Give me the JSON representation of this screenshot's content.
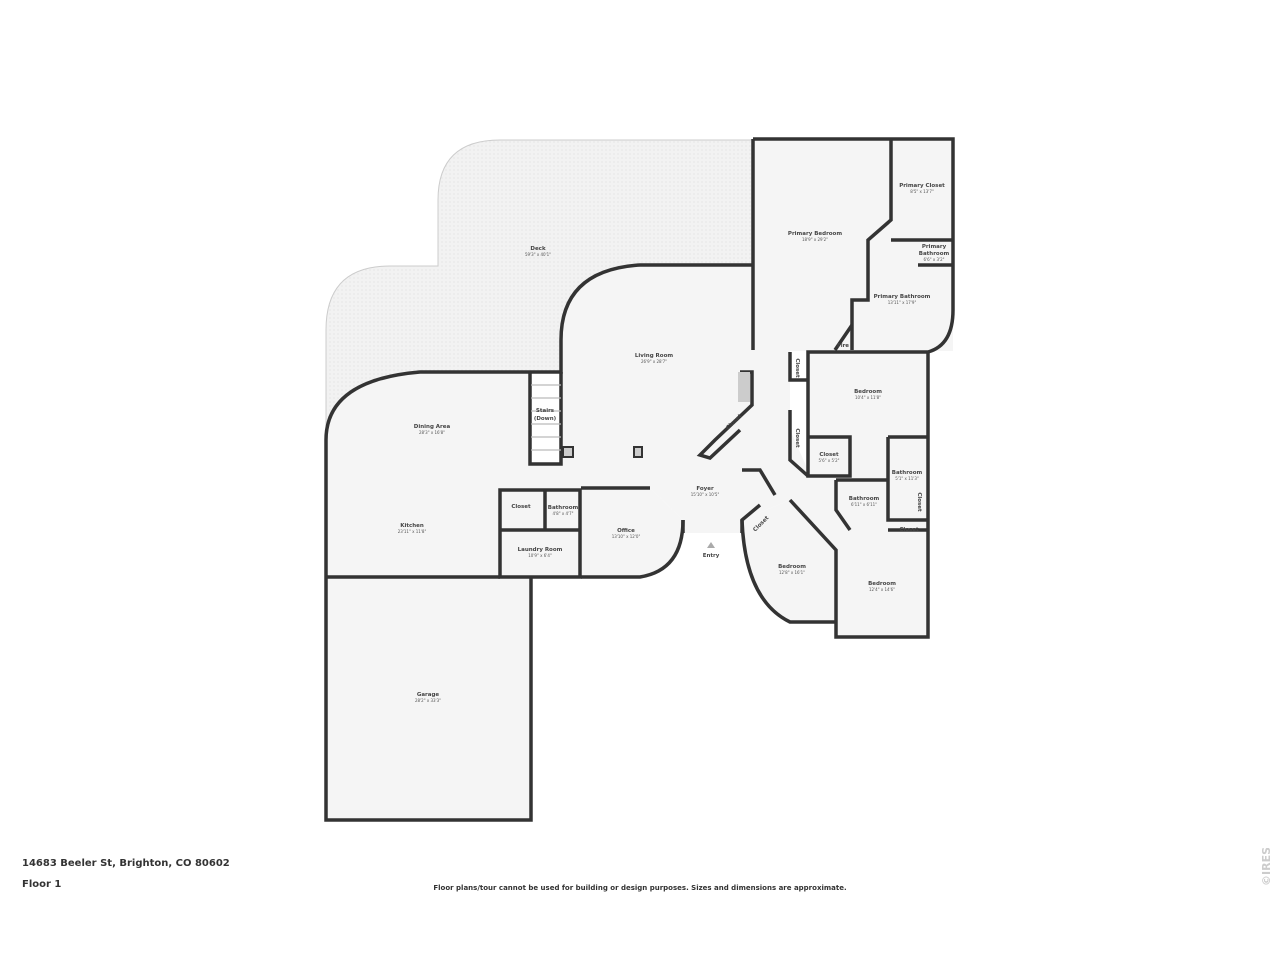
{
  "rooms": {
    "deck": {
      "name": "Deck",
      "dim": "59'3\" x 40'1\""
    },
    "primary_bedroom": {
      "name": "Primary Bedroom",
      "dim": "18'9\" x 29'2\""
    },
    "primary_closet": {
      "name": "Primary Closet",
      "dim": "8'5\" x 13'7\""
    },
    "primary_bath_small": {
      "name1": "Primary",
      "name2": "Bathroom",
      "dim": "6'6\" x 3'2\""
    },
    "primary_bath": {
      "name": "Primary Bathroom",
      "dim": "13'11\" x 17'9\""
    },
    "fire": {
      "name": "Fire"
    },
    "living": {
      "name": "Living Room",
      "dim": "26'9\" x 28'7\""
    },
    "stairs": {
      "name1": "Stairs",
      "name2": "(Down)"
    },
    "dining": {
      "name": "Dining Area",
      "dim": "28'3\" x 16'8\""
    },
    "kitchen": {
      "name": "Kitchen",
      "dim": "23'11\" x 11'8\""
    },
    "closet_kitchen": {
      "name": "Closet"
    },
    "bath_small": {
      "name": "Bathroom",
      "dim": "4'8\" x 4'7\""
    },
    "laundry": {
      "name": "Laundry Room",
      "dim": "10'9\" x 6'4\""
    },
    "office": {
      "name": "Office",
      "dim": "13'10\" x 12'0\""
    },
    "foyer": {
      "name": "Foyer",
      "dim": "15'10\" x 10'5\""
    },
    "entry": {
      "name": "Entry"
    },
    "closet_living": {
      "name": "Closet"
    },
    "closet_hall1": {
      "name": "Closet"
    },
    "closet_hall2": {
      "name": "Closet"
    },
    "bedroom1": {
      "name": "Bedroom",
      "dim": "10'4\" x 11'8\""
    },
    "closet_b1": {
      "name": "Closet",
      "dim": "5'6\" x 5'2\""
    },
    "bath2": {
      "name": "Bathroom",
      "dim": "5'1\" x 11'3\""
    },
    "bath3": {
      "name": "Bathroom",
      "dim": "6'11\" x 6'11\""
    },
    "closet_b3a": {
      "name": "Closet"
    },
    "closet_b3b": {
      "name": "Closet"
    },
    "closet_b2": {
      "name": "Closet"
    },
    "bedroom2": {
      "name": "Bedroom",
      "dim": "12'8\" x 16'1\""
    },
    "bedroom3": {
      "name": "Bedroom",
      "dim": "12'4\" x 14'6\""
    },
    "garage": {
      "name": "Garage",
      "dim": "28'2\" x 33'3\""
    }
  },
  "footer": {
    "address": "14683 Beeler St, Brighton, CO 80602",
    "floor": "Floor 1",
    "disclaimer": "Floor plans/tour cannot be used for building or design purposes. Sizes and dimensions are approximate.",
    "watermark": "©IRES"
  }
}
